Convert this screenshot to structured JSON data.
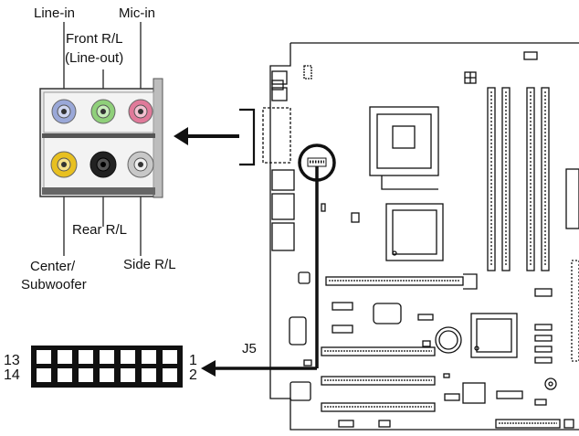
{
  "labels": {
    "line_in": "Line-in",
    "mic_in": "Mic-in",
    "front_line1": "Front  R/L",
    "front_line2": "(Line-out)",
    "rear": "Rear  R/L",
    "side": "Side  R/L",
    "center_line1": "Center/",
    "center_line2": "Subwoofer",
    "connector_id": "J5"
  },
  "pins": {
    "top_left": "13",
    "bottom_left": "14",
    "top_right": "1",
    "bottom_right": "2"
  },
  "colors": {
    "line_in_jack": "#9aa8d8",
    "line_out_jack": "#8fd07a",
    "mic_in_jack": "#e07a9a",
    "center_jack": "#e8c020",
    "rear_jack": "#222222",
    "side_jack": "#c8c8c8"
  }
}
